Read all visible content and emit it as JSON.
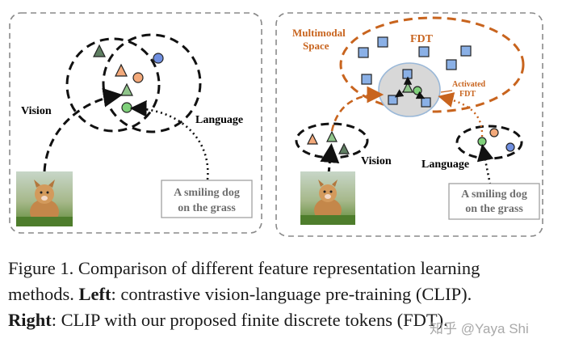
{
  "left_panel": {
    "vision_label": "Vision",
    "language_label": "Language",
    "text_box": [
      "A smiling dog",
      "on the grass"
    ]
  },
  "right_panel": {
    "space_label": [
      "Multimodal",
      "Space"
    ],
    "fdt_label": "FDT",
    "activated_label": [
      "Activated",
      "FDT"
    ],
    "vision_label": "Vision",
    "language_label": "Language",
    "text_box": [
      "A smiling dog",
      "on the grass"
    ]
  },
  "colors": {
    "triangle_green": "#8fc58a",
    "triangle_orange": "#f3a97a",
    "triangle_dark": "#5f7f62",
    "circle_green": "#7fd07a",
    "circle_orange": "#f3a97a",
    "circle_blue": "#6f8fe0",
    "token_blue": "#8ab0e6",
    "fdt_orange": "#c8641e",
    "activated_fill": "#d8d8d8",
    "activated_stroke": "#9ab8d8"
  },
  "caption": {
    "figure_label": "Figure 1.",
    "sentence1": "Comparison of different feature representation learning methods.",
    "left_label": "Left",
    "left_text": ": contrastive vision-language pre-training (CLIP).",
    "right_label": "Right",
    "right_text": ": CLIP with our proposed finite discrete tokens (FDT)."
  },
  "watermark": "知乎 @Yaya Shi"
}
